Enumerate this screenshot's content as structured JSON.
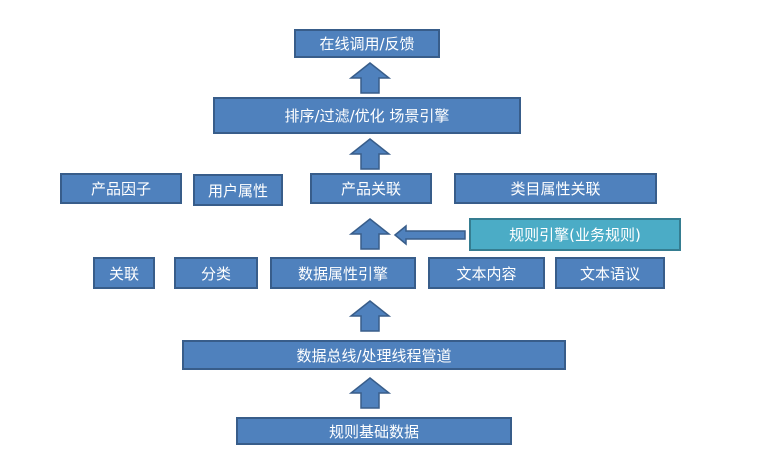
{
  "diagram": {
    "top": {
      "output": "在线调用/反馈"
    },
    "engine": {
      "label": "排序/过滤/优化 场景引擎"
    },
    "row3": {
      "factors": "产品因子",
      "user_attrs": "用户属性",
      "product_assoc": "产品关联",
      "category_assoc": "类目属性关联"
    },
    "rule_engine": "规则引擎(业务规则)",
    "row5": {
      "association": "关联",
      "classify": "分类",
      "data_attr_engine": "数据属性引擎",
      "text_content": "文本内容",
      "text_semantics": "文本语议"
    },
    "bus": "数据总线/处理线程管道",
    "base": "规则基础数据",
    "colors": {
      "box_fill": "#4f81bd",
      "box_border": "#385d8a",
      "teal_fill": "#4bacc6",
      "text": "#ffffff"
    }
  }
}
